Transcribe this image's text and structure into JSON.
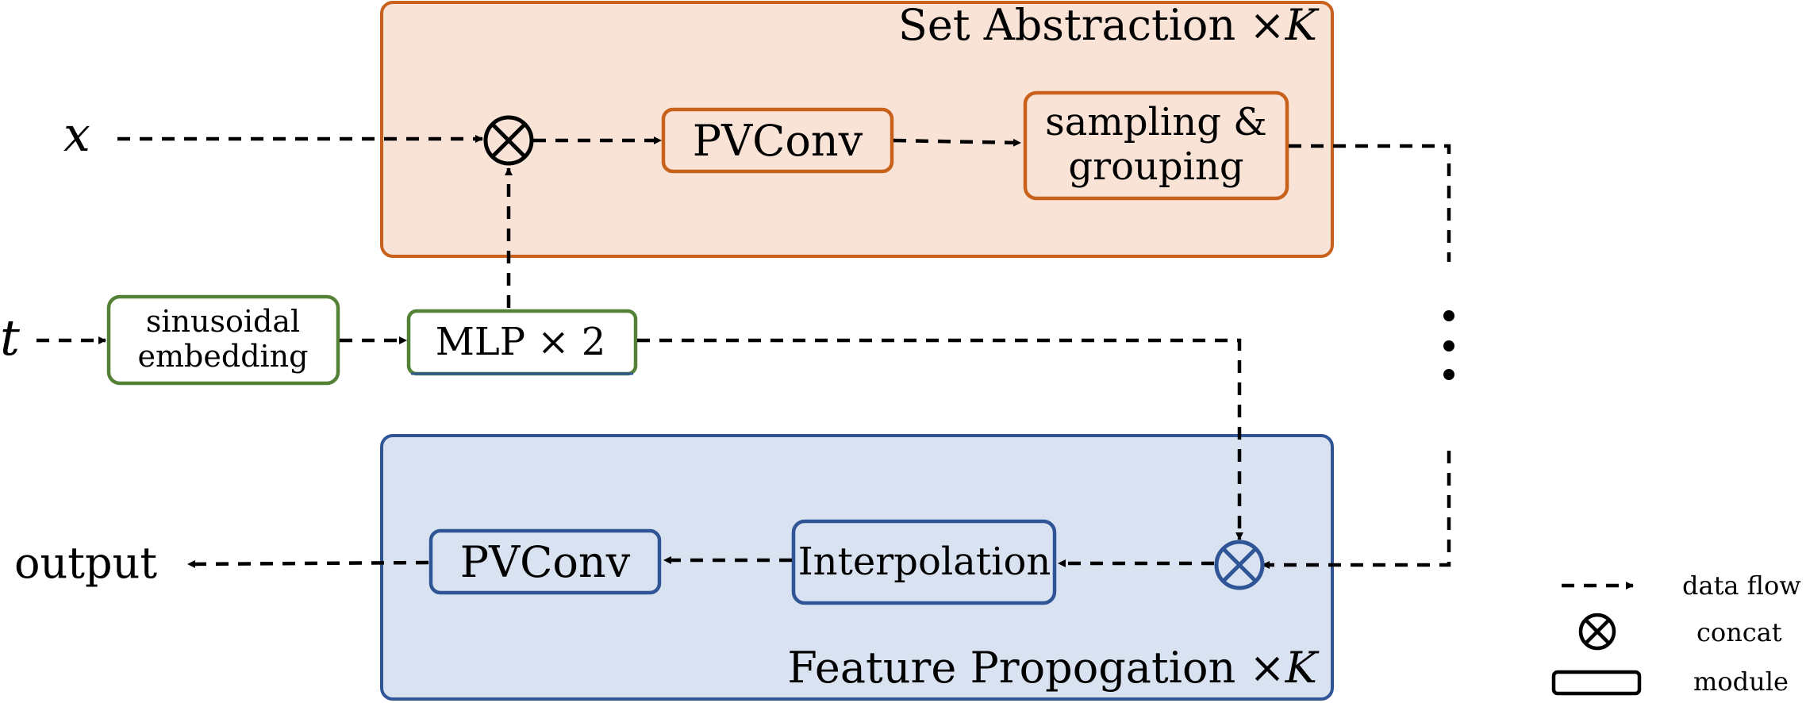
{
  "colors": {
    "set_abstraction_fill": "#f9e3d7",
    "set_abstraction_stroke": "#c8611c",
    "feature_propagation_fill": "#d9e2f1",
    "feature_propagation_stroke": "#2f5597",
    "embedding_stroke": "#538135"
  },
  "inputs": {
    "x": "x",
    "t": "t"
  },
  "output": "output",
  "set_abstraction": {
    "title": "Set Abstraction",
    "repeat_symbol": "×",
    "repeat_var": "K",
    "concat_icon": "circled-times",
    "pvconv": "PVConv",
    "sampling_line1": "sampling &",
    "sampling_line2": "grouping"
  },
  "time_branch": {
    "embedding_line1": "sinusoidal",
    "embedding_line2": "embedding",
    "mlp": "MLP × 2"
  },
  "feature_propagation": {
    "title": "Feature Propogation",
    "repeat_symbol": "×",
    "repeat_var": "K",
    "concat_icon": "circled-times",
    "interpolation": "Interpolation",
    "pvconv": "PVConv"
  },
  "legend": {
    "data_flow": "data flow",
    "concat": "concat",
    "module": "module"
  }
}
